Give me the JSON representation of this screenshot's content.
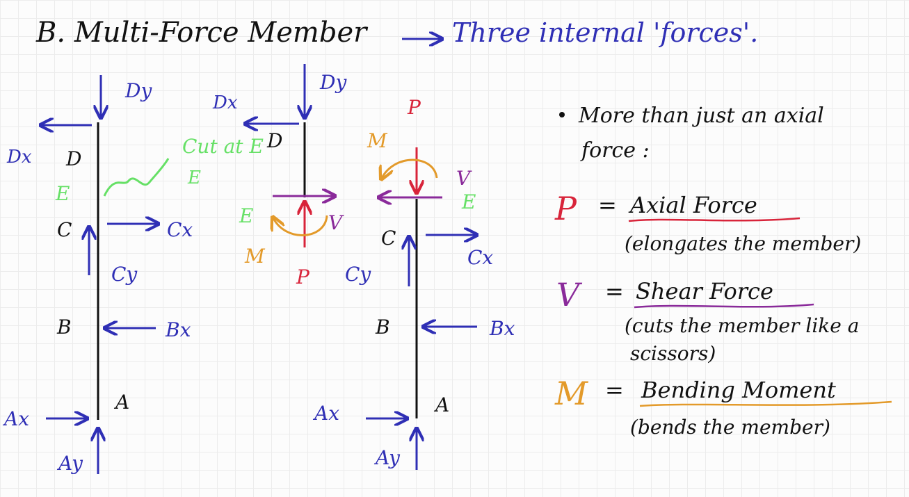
{
  "header": {
    "title": "B. Multi-Force Member",
    "subtitle": "Three internal 'forces'."
  },
  "left_member": {
    "points": [
      "D",
      "C",
      "B",
      "A"
    ],
    "forces": {
      "dy": "Dy",
      "dx": "Dx",
      "cx": "Cx",
      "cy": "Cy",
      "bx": "Bx",
      "ax": "Ax",
      "ay": "Ay"
    },
    "cut_label": "Cut at E",
    "cut_point": "E"
  },
  "upper_fbd": {
    "point": "D",
    "forces": {
      "dy": "Dy",
      "dx": "Dx"
    },
    "e_label": "E",
    "m_label": "M",
    "v_label": "V",
    "p_label": "P"
  },
  "lower_fbd": {
    "p_label": "P",
    "m_label": "M",
    "v_label": "V",
    "e_label": "E",
    "points": [
      "C",
      "B",
      "A"
    ],
    "forces": {
      "cx": "Cx",
      "cy": "Cy",
      "bx": "Bx",
      "ax": "Ax",
      "ay": "Ay"
    }
  },
  "notes": {
    "intro_line1": "More than just an axial",
    "intro_line2": "force :",
    "definitions": [
      {
        "symbol": "P",
        "name": "Axial Force",
        "desc_lines": [
          "(elongates the member)"
        ],
        "color": "#d8243a",
        "underline": "#d8243a"
      },
      {
        "symbol": "V",
        "name": "Shear Force",
        "desc_lines": [
          "(cuts the member like a",
          "scissors)"
        ],
        "color": "#8a2a9a",
        "underline": "#8a2a9a"
      },
      {
        "symbol": "M",
        "name": "Bending Moment",
        "desc_lines": [
          "(bends the member)"
        ],
        "color": "#e39a2a",
        "underline": "#e39a2a"
      }
    ]
  },
  "colors": {
    "ink": "#111111",
    "blue": "#2f2fb5",
    "green": "#66e066",
    "red": "#d8243a",
    "orange": "#e39a2a",
    "purple": "#8a2a9a"
  }
}
